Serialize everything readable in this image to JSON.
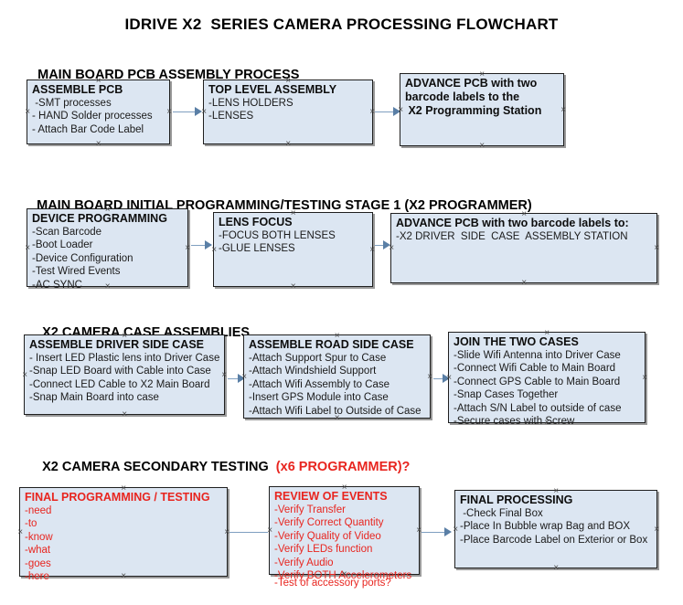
{
  "document": {
    "title": "IDRIVE X2  SERIES CAMERA PROCESSING FLOWCHART",
    "accent_red": "#e8251f",
    "box_fill": "#dce6f2",
    "box_border": "#1f1f1f",
    "connector_color": "#7f9fc0"
  },
  "sections": [
    {
      "heading": "MAIN BOARD PCB ASSEMBLY PROCESS",
      "heading_red": "",
      "boxes": [
        {
          "title": "ASSEMBLE PCB",
          "lines": [
            " -SMT processes",
            "- HAND Solder processes",
            "- Attach Bar Code Label"
          ]
        },
        {
          "title": "TOP LEVEL ASSEMBLY",
          "lines": [
            "-LENS HOLDERS",
            "-LENSES"
          ]
        },
        {
          "title": "ADVANCE PCB with two",
          "lines": [
            "barcode labels to the",
            " X2 Programming Station"
          ]
        }
      ]
    },
    {
      "heading": "MAIN BOARD INITIAL PROGRAMMING/TESTING STAGE 1 (X2 PROGRAMMER)",
      "heading_red": "",
      "boxes": [
        {
          "title": "DEVICE PROGRAMMING",
          "lines": [
            "-Scan Barcode",
            "-Boot Loader",
            "-Device Configuration",
            "-Test Wired Events",
            "-AC SYNC"
          ]
        },
        {
          "title": "LENS FOCUS",
          "lines": [
            "-FOCUS BOTH LENSES",
            "-GLUE LENSES"
          ]
        },
        {
          "title": "ADVANCE PCB with two barcode labels to:",
          "lines": [
            "-X2 DRIVER  SIDE  CASE  ASSEMBLY STATION"
          ]
        }
      ]
    },
    {
      "heading": "X2 CAMERA CASE ASSEMBLIES",
      "heading_red": "",
      "boxes": [
        {
          "title": "ASSEMBLE DRIVER SIDE CASE",
          "lines": [
            "- Insert LED Plastic lens into Driver Case",
            "-Snap LED Board with Cable into Case",
            "-Connect LED Cable to X2 Main Board",
            "-Snap Main Board into case"
          ]
        },
        {
          "title": "ASSEMBLE ROAD SIDE CASE",
          "lines": [
            "-Attach Support Spur to Case",
            "-Attach Windshield Support",
            "-Attach Wifi Assembly to Case",
            "-Insert GPS Module into Case",
            "-Attach Wifi Label to Outside of Case"
          ]
        },
        {
          "title": "JOIN THE TWO CASES",
          "lines": [
            "-Slide Wifi Antenna into Driver Case",
            "-Connect Wifi Cable to Main Board",
            "-Connect GPS Cable to Main Board",
            "-Snap Cases Together",
            "-Attach S/N Label to outside of case",
            "-Secure cases with Screw"
          ]
        }
      ]
    },
    {
      "heading": "X2 CAMERA SECONDARY TESTING  ",
      "heading_red": "(x6 PROGRAMMER)?",
      "boxes": [
        {
          "title": "FINAL PROGRAMMING / TESTING",
          "lines": [
            "-need",
            "-to",
            "-know",
            "-what",
            "-goes",
            "-here"
          ]
        },
        {
          "title": "REVIEW OF EVENTS",
          "lines": [
            "-Verify Transfer",
            "-Verify Correct Quantity",
            "-Verify Quality of Video",
            "-Verify LEDs function",
            "-Verify Audio",
            "-Verify BOTH Accelerometers"
          ],
          "overflow_line": "-Test of accessory ports?"
        },
        {
          "title": "FINAL PROCESSING",
          "lines": [
            " -Check Final Box",
            "-Place In Bubble wrap Bag and BOX",
            "-Place Barcode Label on Exterior or Box"
          ]
        }
      ]
    }
  ]
}
